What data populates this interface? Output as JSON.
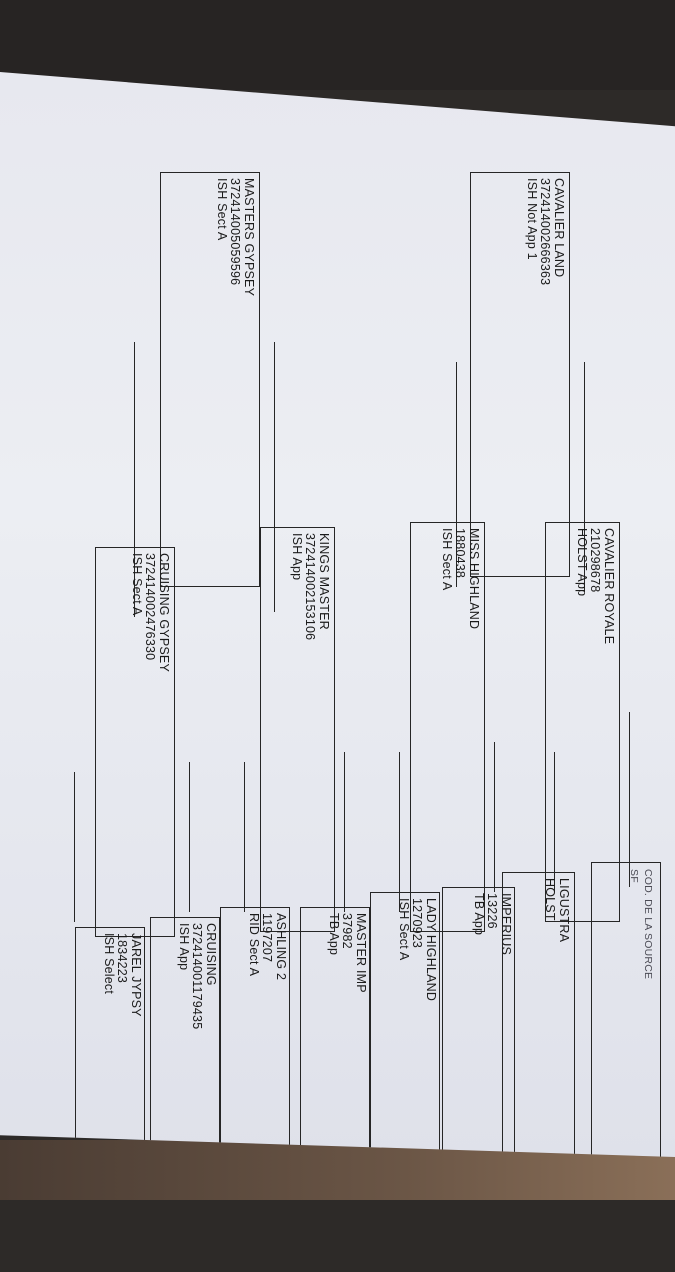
{
  "header": {
    "stamp_line1": "COD. DE LA SOURCE",
    "stamp_line2": "SF"
  },
  "pedigree": {
    "sire": {
      "name": "CAVALIER LAND",
      "id": "372414002666363",
      "reg": "ISH  Not App 1"
    },
    "dam": {
      "name": "MASTERS GYPSEY",
      "id": "372414005059596",
      "reg": "ISH  Sect A"
    },
    "sire_sire": {
      "name": "CAVALIER ROYALE",
      "id": "210298678",
      "reg": "HOLST  App"
    },
    "sire_dam": {
      "name": "MISS HIGHLAND",
      "id": "1880438",
      "reg": "ISH  Sect A"
    },
    "dam_sire": {
      "name": "KINGS MASTER",
      "id": "372414002153106",
      "reg": "ISH  App"
    },
    "dam_dam": {
      "name": "CRUISING GYPSEY",
      "id": "372414002476330",
      "reg": "ISH  Sect A"
    },
    "g1": {
      "name": "LIGUSTRA",
      "reg": "HOLST"
    },
    "g2": {
      "name": "IMPERIUS",
      "id": "13226",
      "reg": "TB  App"
    },
    "g3": {
      "name": "LADY HIGHLAND",
      "id": "1270923",
      "reg": "ISH  Sect A"
    },
    "g4": {
      "name": "MASTER IMP",
      "id": "37982",
      "reg": "TB  App"
    },
    "g5": {
      "name": "ASHLING 2",
      "id": "1197207",
      "reg": "RID  Sect A"
    },
    "g6": {
      "name": "CRUISING",
      "id": "372414001179435",
      "reg": "ISH  App"
    },
    "g7": {
      "name": "JAREL JYPSY",
      "id": "1834223",
      "reg": "ISH  Select"
    }
  }
}
